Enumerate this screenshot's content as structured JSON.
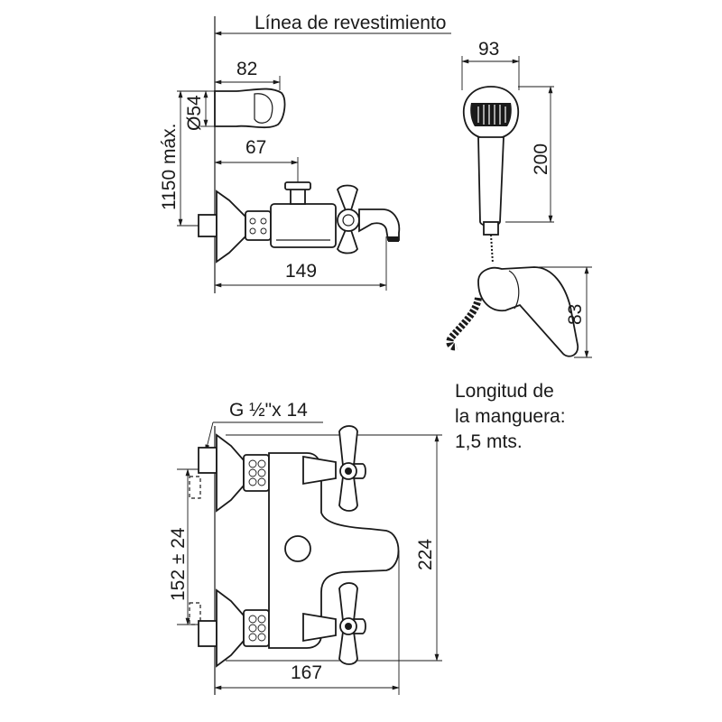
{
  "labels": {
    "wall_line": "Línea de revestimiento",
    "thread": "G ½\"x 14",
    "hose_note": [
      "Longitud de",
      "la manguera:",
      "1,5 mts."
    ]
  },
  "dimensions": {
    "spout_wall_width": "82",
    "spout_diameter": "Ø54",
    "max_height": "1150 máx.",
    "wall_to_valve": "67",
    "depth": "149",
    "shower_head_width": "93",
    "shower_head_length": "200",
    "holder_height": "83",
    "center_distance": "152 ± 24",
    "overall_height": "224",
    "overall_width": "167"
  }
}
